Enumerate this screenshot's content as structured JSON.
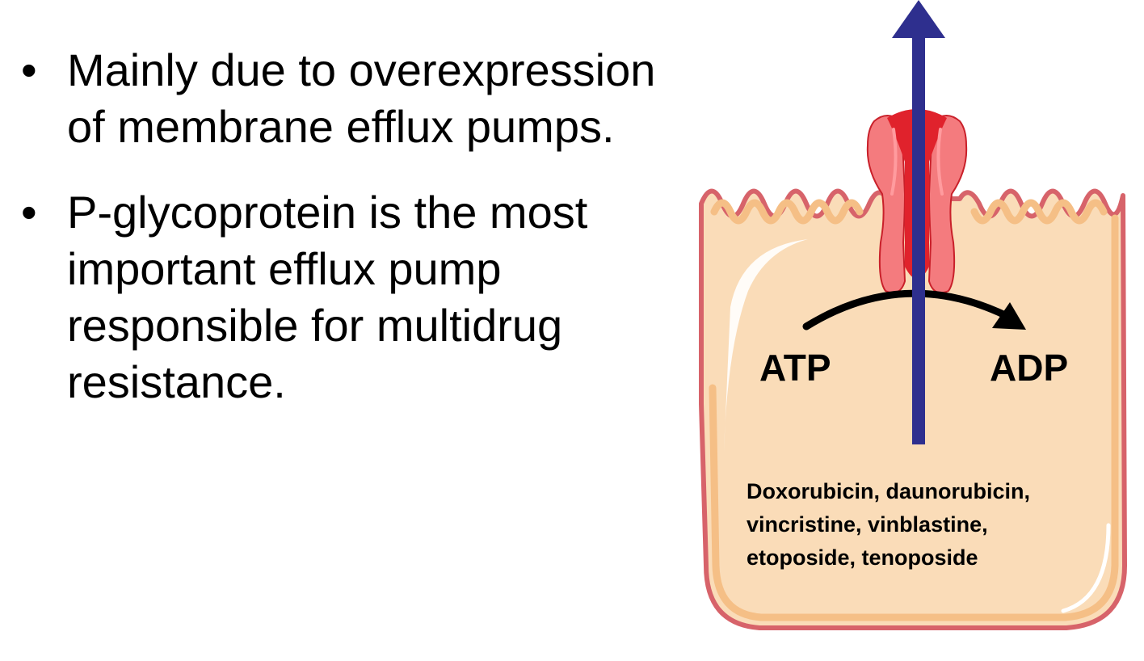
{
  "bullets": [
    {
      "symbol": "•",
      "text": "Mainly due to overexpression of membrane efflux pumps."
    },
    {
      "symbol": "•",
      "text": "P-glycoprotein is the most important efflux pump responsible for multidrug resistance."
    }
  ],
  "diagram": {
    "atp_label": "ATP",
    "adp_label": "ADP",
    "drug_lines": [
      "Doxorubicin, daunorubicin,",
      "vincristine, vinblastine,",
      "etoposide, tenoposide"
    ],
    "colors": {
      "cell_fill": "#fadcb8",
      "cell_border": "#d7636a",
      "membrane_band": "#f5bf86",
      "pump_fill": "#f47b7e",
      "pump_dark": "#e0222c",
      "efflux_arrow": "#2e2f8e",
      "reaction_arrow": "#000000"
    }
  }
}
